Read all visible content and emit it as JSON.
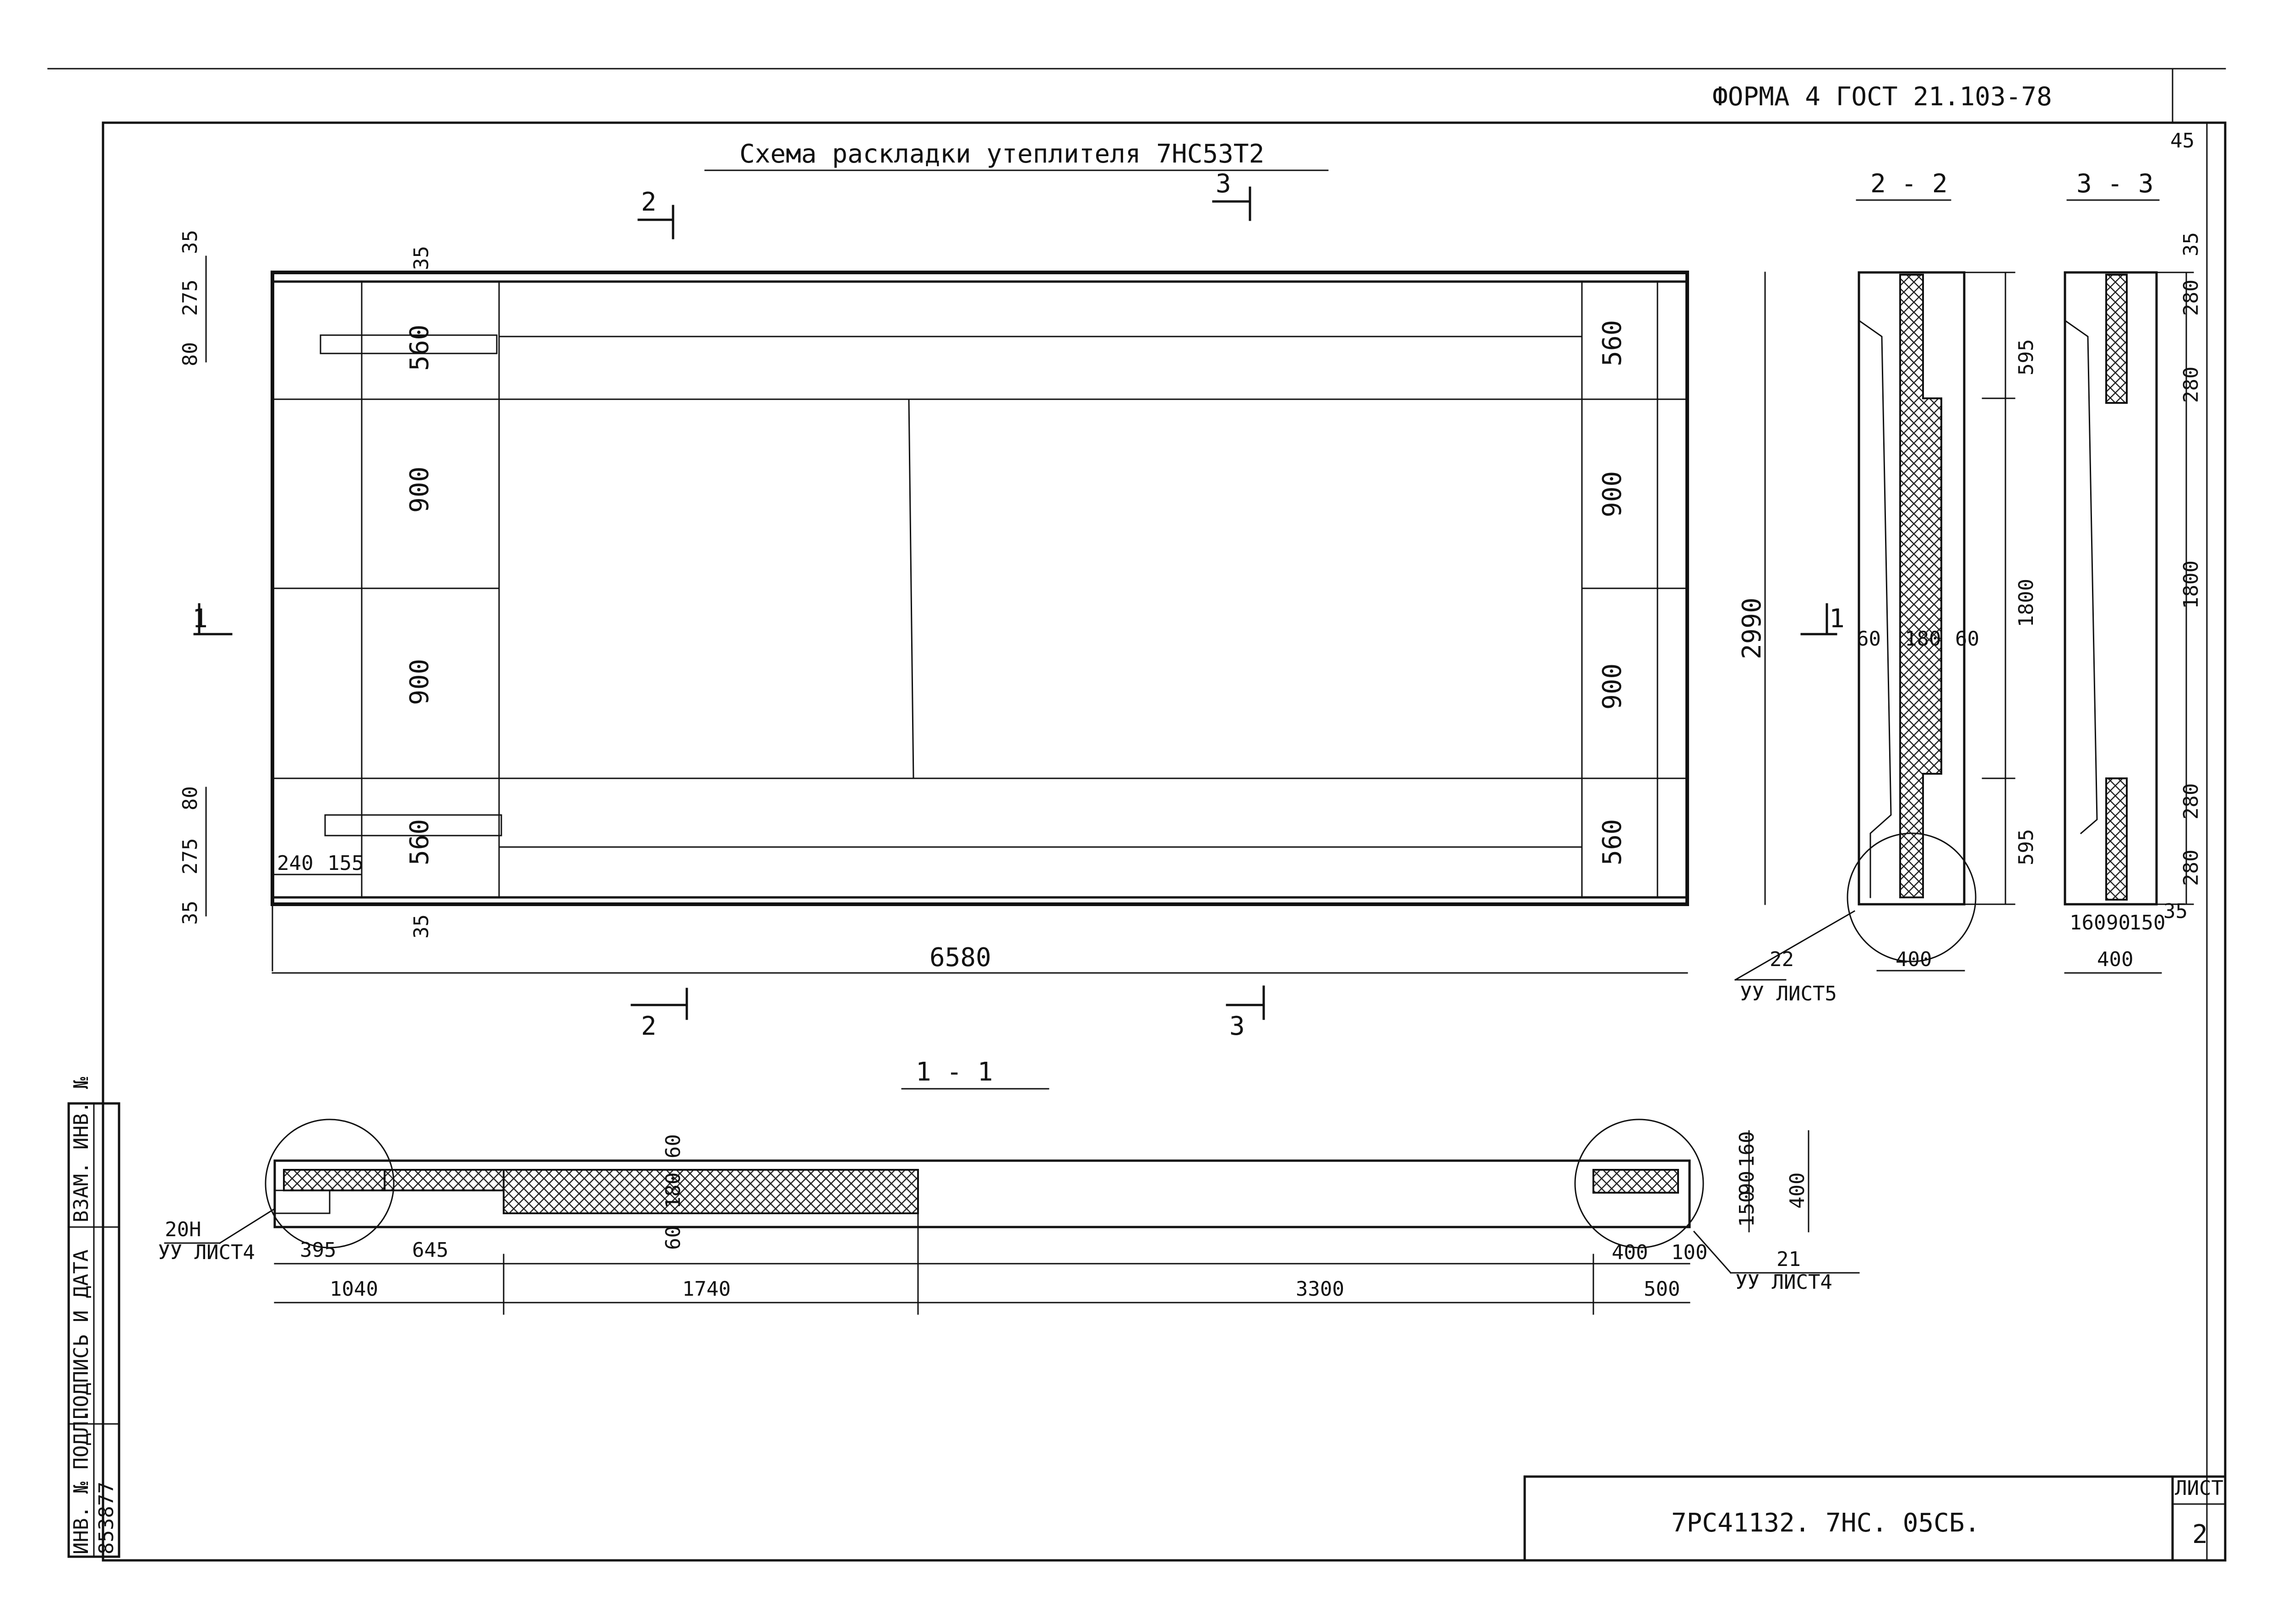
{
  "header": {
    "form_label": "ФОРМА 4  ГОСТ 21.103-78",
    "page_number": "45"
  },
  "title": "Схема раскладки утеплителя 7НС53Т2",
  "section_labels": {
    "s2_2": "2 - 2",
    "s3_3": "3 - 3",
    "s1_1": "1 - 1"
  },
  "markers": {
    "m1": "1",
    "m2": "2",
    "m3": "3"
  },
  "plan_dims": {
    "top_left": [
      "35",
      "275",
      "80"
    ],
    "bottom_left": [
      "80",
      "275",
      "35"
    ],
    "col_top": "35",
    "col_bottom": "35",
    "left_col": [
      "560",
      "900",
      "900",
      "560"
    ],
    "right_col": [
      "560",
      "900",
      "900",
      "560"
    ],
    "bottom_small": [
      "240",
      "155"
    ],
    "total_width": "6580",
    "height": "2990"
  },
  "section_2_2": {
    "dims_right": [
      "595",
      "1800",
      "595"
    ],
    "inner": [
      "60",
      "180",
      "60"
    ],
    "width": "400",
    "callout_ref": "22",
    "callout_sheet": "УУ ЛИСТ5"
  },
  "section_3_3": {
    "dims_right": [
      "35",
      "280",
      "280",
      "1800",
      "280",
      "280",
      "35"
    ],
    "bottom": [
      "160",
      "90",
      "150"
    ],
    "width": "400"
  },
  "section_1_1": {
    "top_dims": [
      "395",
      "645"
    ],
    "mid_dims": [
      "60",
      "180",
      "60"
    ],
    "bottom_dims": [
      "1040",
      "1740",
      "3300",
      "500"
    ],
    "right_small": [
      "400",
      "100"
    ],
    "right_vert": [
      "150",
      "90",
      "160",
      "400"
    ],
    "callout_left_ref": "20Н",
    "callout_left_sheet": "УУ ЛИСТ4",
    "callout_right_ref": "21",
    "callout_right_sheet": "УУ ЛИСТ4"
  },
  "side_stamp": {
    "col1": "ИНВ. № ПОДЛ.",
    "col2": "ПОДПИСЬ И ДАТА",
    "col3": "ВЗАМ. ИНВ. №",
    "inv_number": "853877"
  },
  "title_block": {
    "code": "7РС41132. 7НС. 05СБ.",
    "sheet_label": "ЛИСТ",
    "sheet_number": "2"
  }
}
